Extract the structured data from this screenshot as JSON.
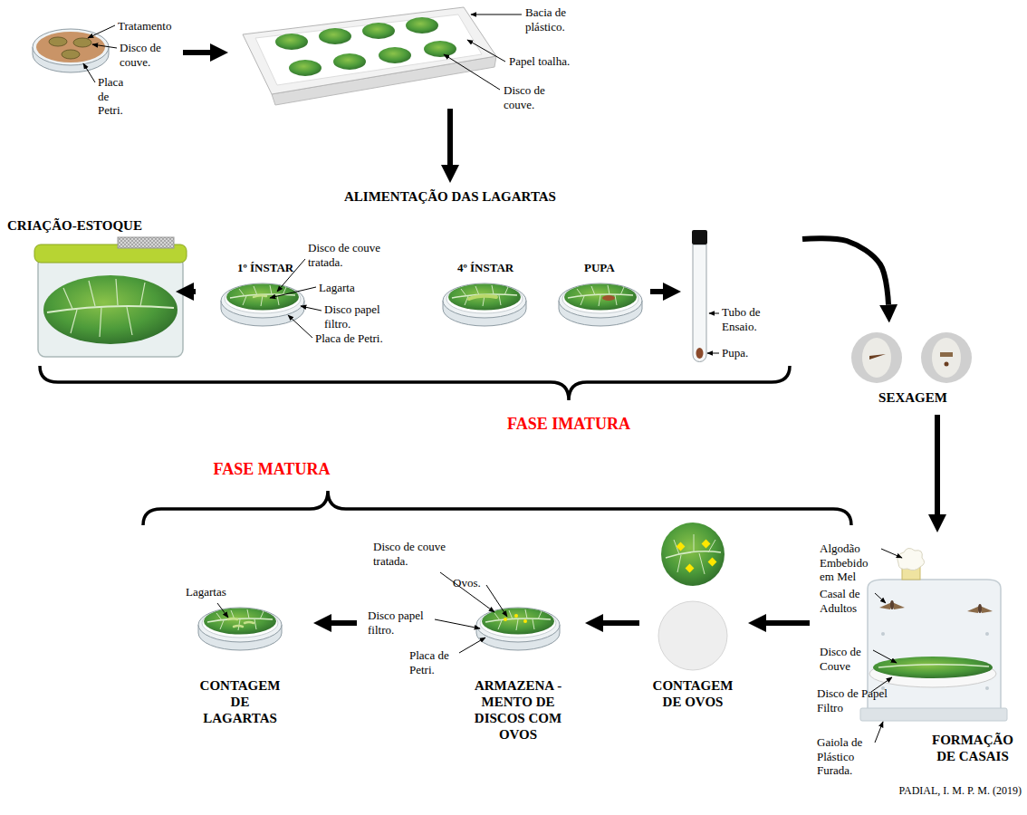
{
  "diagram": {
    "nodes": [
      {
        "text": [
          "Tratamento",
          "Disco de couve.",
          "Placa de Petri."
        ]
      },
      {
        "text": [
          "Bacia de plástico.",
          "Papel toalha.",
          "Disco de couve."
        ]
      },
      {
        "text": [
          "CRIAÇÃO-ESTOQUE"
        ]
      },
      {
        "text": [
          "1º ÍNSTAR",
          "Disco de couve tratada.",
          "Lagarta",
          "Disco papel filtro.",
          "Placa de Petri."
        ]
      },
      {
        "text": [
          "4º ÍNSTAR"
        ]
      },
      {
        "text": [
          "PUPA"
        ]
      },
      {
        "text": [
          "Tubo de Ensaio.",
          "Pupa."
        ]
      },
      {
        "text": [
          "SEXAGEM"
        ]
      },
      {
        "text": [
          "FORMAÇÃO DE CASAIS",
          "Algodão Embebido em Mel",
          "Casal de Adultos",
          "Disco de Couve",
          "Disco de Papel Filtro",
          "Gaiola de Plástico Furada."
        ]
      },
      {
        "text": [
          "CONTAGEM DE OVOS"
        ]
      },
      {
        "text": [
          "ARMAZENA -MENTO DE DISCOS COM OVOS",
          "Disco de couve tratada.",
          "Ovos.",
          "Disco papel filtro.",
          "Placa de Petri."
        ]
      },
      {
        "text": [
          "CONTAGEM DE LAGARTAS",
          "Lagartas"
        ]
      }
    ],
    "edges": [
      {
        "from": 0,
        "to": 1,
        "arrow": "to"
      },
      {
        "from": 2,
        "to": 3,
        "arrow": "to"
      },
      {
        "from": 5,
        "to": 6,
        "arrow": "to"
      },
      {
        "from": 6,
        "to": 7,
        "arrow": "to"
      },
      {
        "from": 7,
        "to": 8,
        "arrow": "to"
      },
      {
        "from": 8,
        "to": 9,
        "arrow": "to"
      },
      {
        "from": 9,
        "to": 10,
        "arrow": "to"
      },
      {
        "from": 10,
        "to": 11,
        "arrow": "to"
      }
    ],
    "labels": [
      "ALIMENTAÇÃO DAS LAGARTAS",
      "FASE IMATURA",
      "FASE MATURA",
      "PADIAL, I. M. P. M. (2019)"
    ]
  }
}
